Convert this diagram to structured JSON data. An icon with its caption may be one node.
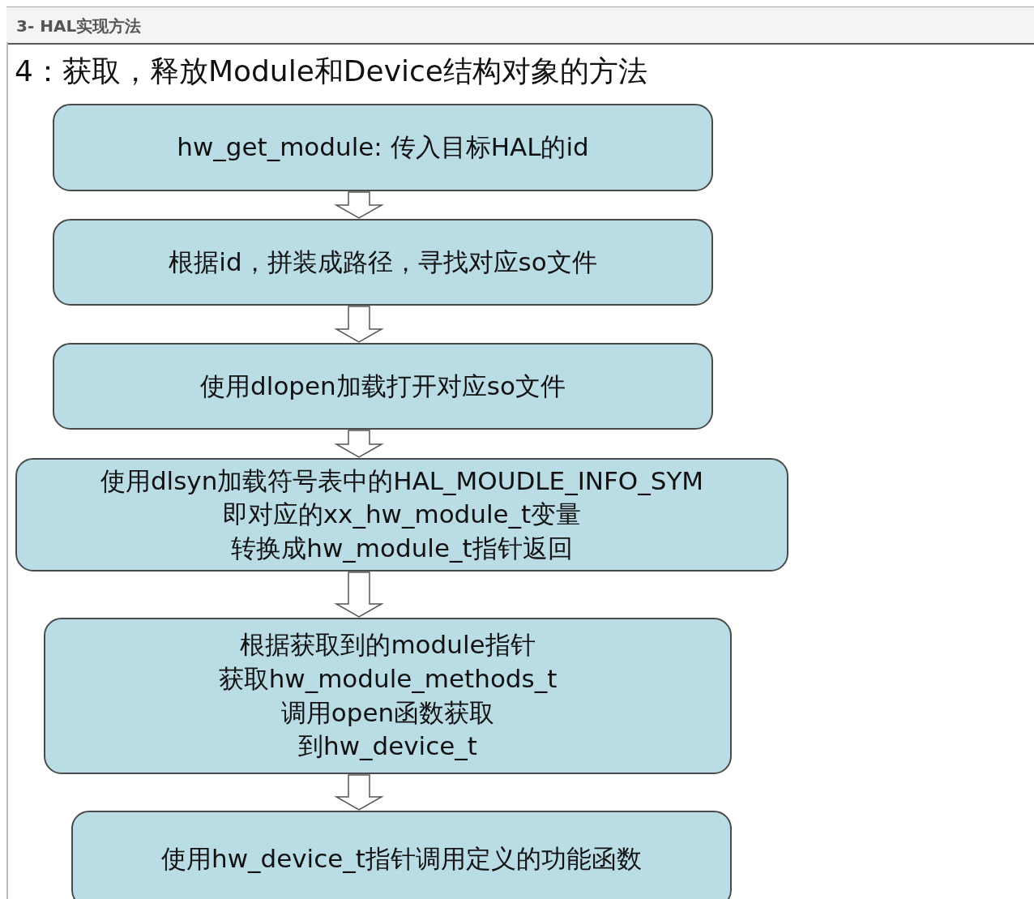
{
  "diagram": {
    "title": "4：获取，释放Module和Device结构对象的方法",
    "nodes": [
      {
        "text": [
          "hw_get_module: 传入目标HAL的id"
        ]
      },
      {
        "text": [
          "根据id，拼装成路径，寻找对应so文件"
        ]
      },
      {
        "text": [
          "使用dlopen加载打开对应so文件"
        ]
      },
      {
        "text": [
          "使用dlsyn加载符号表中的HAL_MOUDLE_INFO_SYM",
          "即对应的xx_hw_module_t变量",
          "转换成hw_module_t指针返回"
        ]
      },
      {
        "text": [
          "根据获取到的module指针",
          "获取hw_module_methods_t",
          "调用open函数获取",
          "到hw_device_t"
        ]
      },
      {
        "text": [
          "使用hw_device_t指针调用定义的功能函数"
        ]
      }
    ],
    "edges": [
      {
        "from": 0,
        "to": 1,
        "arrow": "to"
      },
      {
        "from": 1,
        "to": 2,
        "arrow": "to"
      },
      {
        "from": 2,
        "to": 3,
        "arrow": "to"
      },
      {
        "from": 3,
        "to": 4,
        "arrow": "to"
      },
      {
        "from": 4,
        "to": 5,
        "arrow": "to"
      }
    ],
    "labels": [
      "3- HAL实现方法"
    ]
  }
}
